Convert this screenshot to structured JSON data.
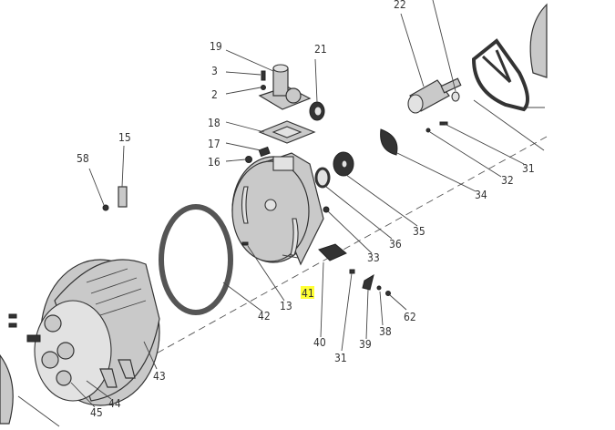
{
  "diagram": {
    "highlight_color": "#ffff33",
    "highlighted_part": "41",
    "labels": [
      "22",
      "19",
      "21",
      "3",
      "2",
      "18",
      "17",
      "16",
      "15",
      "58",
      "31",
      "32",
      "34",
      "35",
      "36",
      "33",
      "41",
      "13",
      "42",
      "62",
      "38",
      "39",
      "40",
      "31",
      "43",
      "44",
      "45"
    ]
  }
}
